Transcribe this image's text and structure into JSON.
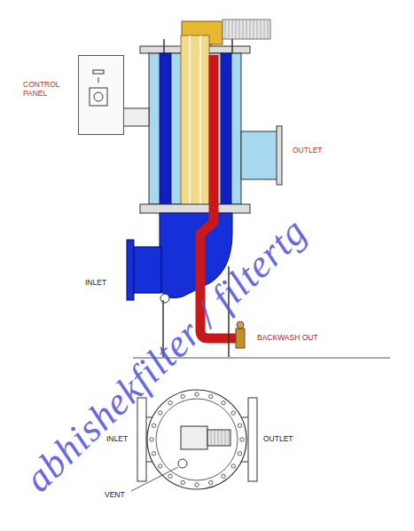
{
  "diagram": {
    "nodes": [
      {
        "text": [
          "CONTROL PANEL"
        ]
      }
    ],
    "labels": [
      "OUTLET",
      "INLET",
      "BACKWASH OUT",
      "INLET",
      "OUTLET",
      "VENT",
      "abhishekfilter / filtertg"
    ]
  }
}
